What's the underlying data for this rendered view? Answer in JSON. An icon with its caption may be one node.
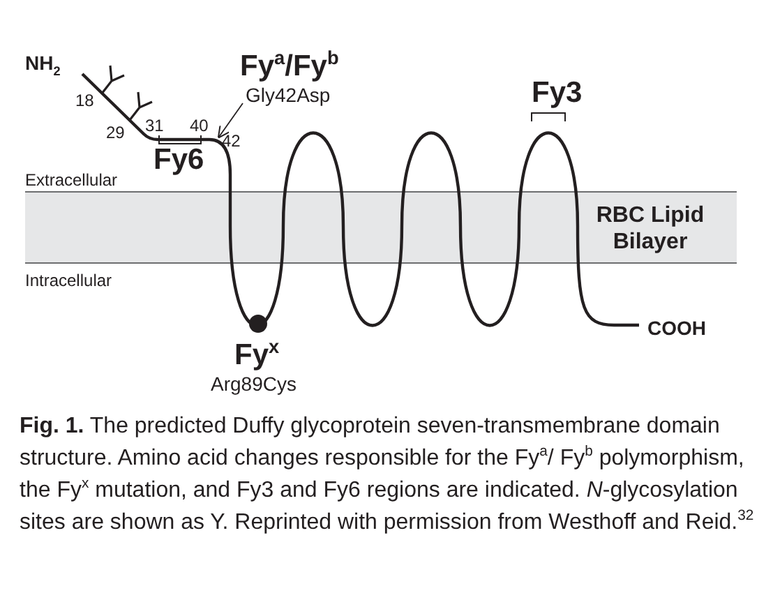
{
  "diagram": {
    "caption": "**Fig. 1.** The predicted Duffy glycoprotein seven-transmembrane domain structure. Amino acid changes responsible for the Fy$^{a}$/ Fy$^{b}$ polymorphism, the Fy$^{x}$ mutation, and Fy3 and Fy6 regions are indicated. *N*-glycosylation sites are shown as Y. Reprinted with permission from Westhoff and Reid.$^{32}$",
    "nodes": [
      {
        "text": [
          "RBC Lipid Bilayer"
        ]
      },
      {
        "text": [
          "Fy$^{a}$/Fy$^{b}$",
          "Gly42Asp"
        ]
      },
      {
        "text": [],
        "shape": "line"
      }
    ],
    "edges": [
      {
        "from": 1,
        "to": 2,
        "arrow": "to"
      }
    ],
    "labels": [
      "NH$_{2}$",
      "Fy3",
      "18",
      "31",
      "40",
      "29",
      "42",
      "Fy6",
      "Extracellular",
      "Intracellular",
      "COOH",
      "Fy$^{x}$",
      "Arg89Cys"
    ]
  }
}
